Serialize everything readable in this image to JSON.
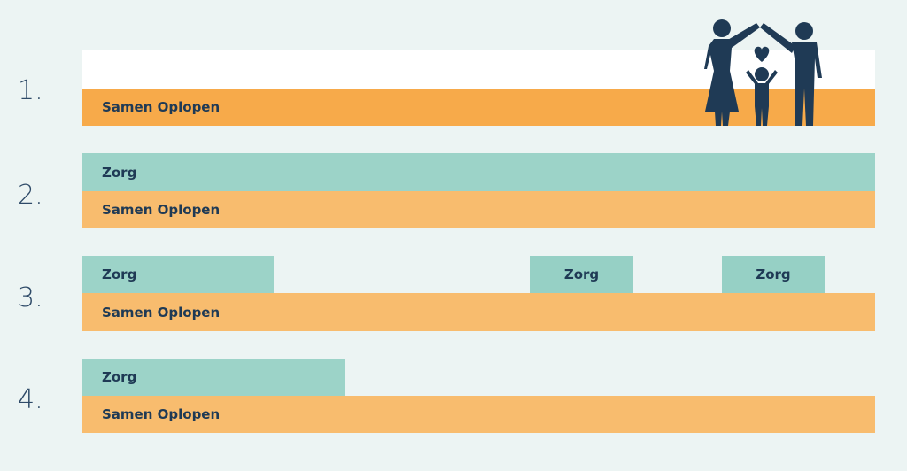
{
  "rows": [
    {
      "number": "1.",
      "care_label": "",
      "base_label": "Samen Oplopen"
    },
    {
      "number": "2.",
      "care_label": "Zorg",
      "base_label": "Samen Oplopen"
    },
    {
      "number": "3.",
      "care_labels": [
        "Zorg",
        "Zorg",
        "Zorg"
      ],
      "base_label": "Samen Oplopen"
    },
    {
      "number": "4.",
      "care_label": "Zorg",
      "base_label": "Samen Oplopen"
    }
  ],
  "colors": {
    "background": "#ecf4f3",
    "orange": "#f7aa4a",
    "peach": "#f8bc6e",
    "teal": "#9cd3c8",
    "navy": "#1f3a55"
  },
  "icons": [
    "family-icon",
    "heart-icon"
  ]
}
